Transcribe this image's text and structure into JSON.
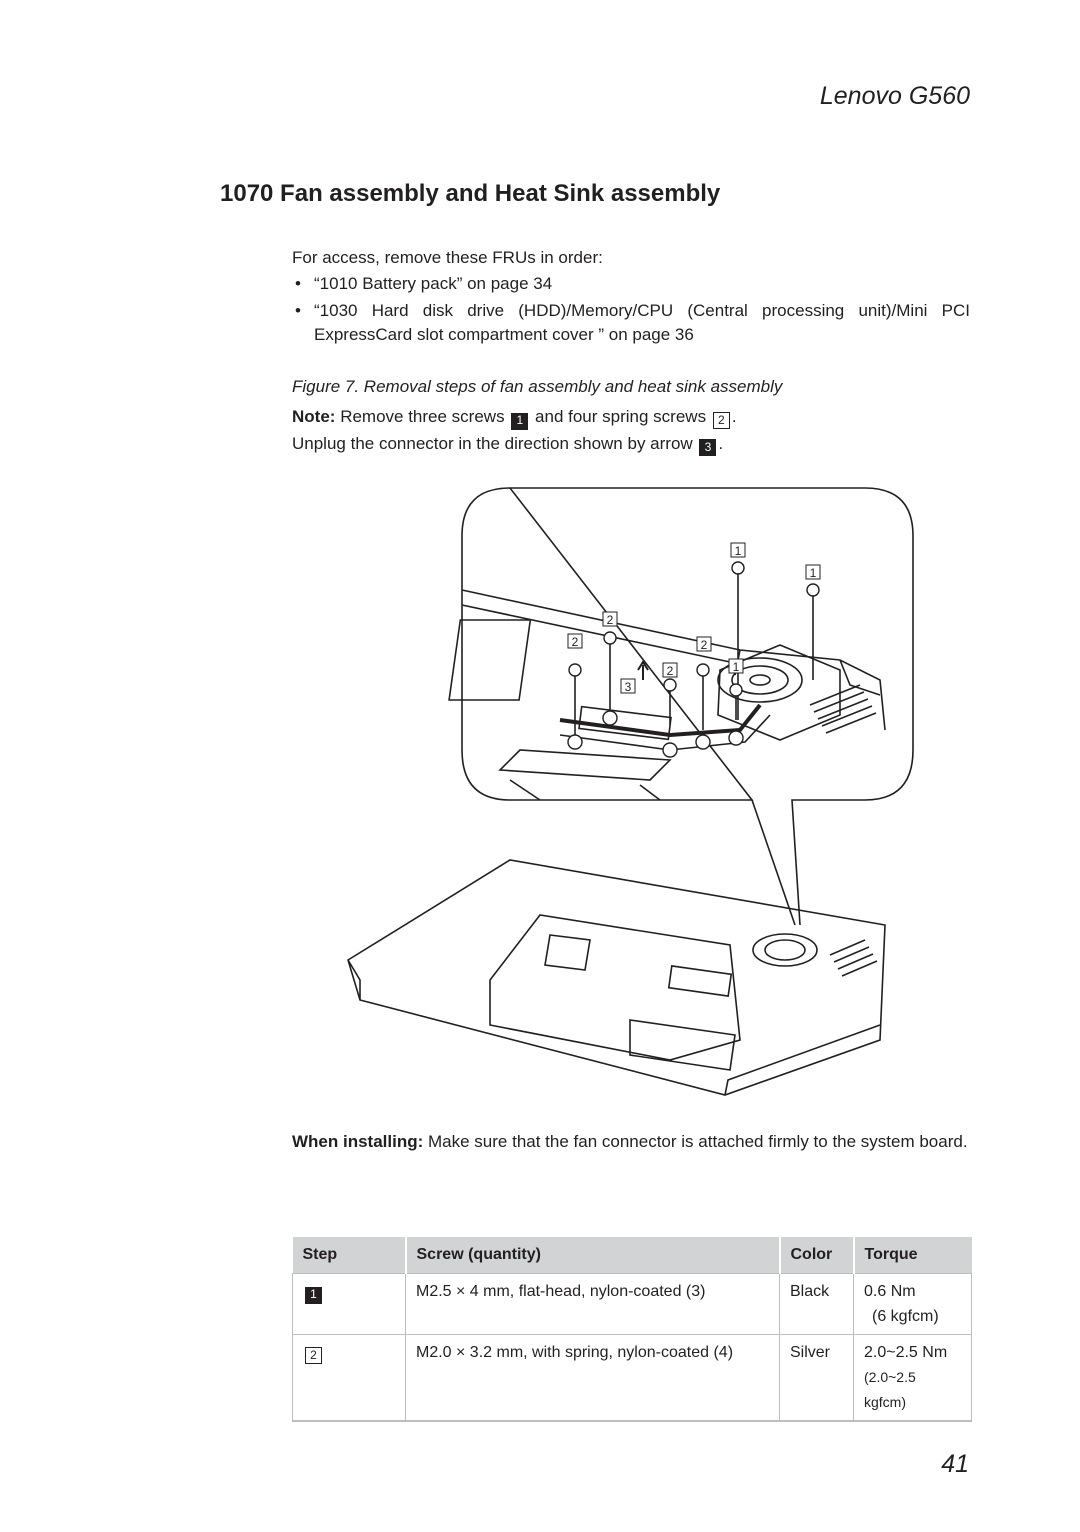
{
  "header": {
    "model": "Lenovo G560"
  },
  "section": {
    "title": "1070 Fan assembly and Heat Sink assembly"
  },
  "access": {
    "intro": "For access, remove these FRUs in order:",
    "items": [
      "“1010 Battery pack” on page 34",
      "“1030 Hard disk drive (HDD)/Memory/CPU (Central processing unit)/Mini PCI ExpressCard slot compartment cover ” on page 36"
    ]
  },
  "figure": {
    "caption": "Figure 7. Removal steps of fan assembly and heat sink assembly",
    "note_label": "Note:",
    "note_text_1": "Remove three screws",
    "note_text_2": "and four spring screws",
    "note_text_3": ".",
    "unplug_text": "Unplug the connector in the direction shown by arrow",
    "unplug_end": ".",
    "step_1": "1",
    "step_2": "2",
    "step_3": "3"
  },
  "install": {
    "label": "When installing:",
    "text": "Make sure that the fan connector is attached firmly to the system board."
  },
  "table": {
    "headers": {
      "step": "Step",
      "screw": "Screw (quantity)",
      "color": "Color",
      "torque": "Torque"
    },
    "rows": [
      {
        "step": "1",
        "screw": "M2.5 × 4 mm, flat-head, nylon-coated (3)",
        "color": "Black",
        "torque": "0.6 Nm",
        "torque_kgf": "(6 kgfcm)"
      },
      {
        "step": "2",
        "screw": "M2.0 × 3.2 mm, with spring, nylon-coated (4)",
        "color": "Silver",
        "torque": "2.0~2.5 Nm",
        "torque_kgf": "(2.0~2.5 kgfcm)"
      }
    ]
  },
  "footer": {
    "page_number": "41"
  }
}
